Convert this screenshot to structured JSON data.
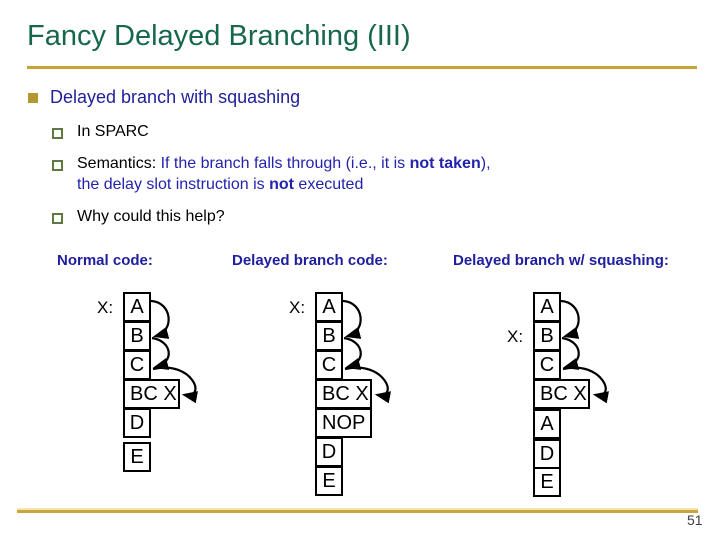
{
  "slide": {
    "title": "Fancy Delayed Branching (III)",
    "page_number": "51"
  },
  "bullet": {
    "label": "Delayed branch with squashing"
  },
  "sub_bullets": {
    "item1": "In SPARC",
    "item2_line1": {
      "seg0": "Semantics: ",
      "seg1": "If the branch falls through (i.e., it is ",
      "seg2": "not taken",
      "seg3": "),"
    },
    "item2_line2": {
      "seg0": "the delay slot instruction is ",
      "seg1": "not",
      "seg2": " executed"
    },
    "item3": "Why could this help?"
  },
  "columns": [
    {
      "header": "Normal code:",
      "x_label": "X:",
      "boxes": [
        "A",
        "B",
        "C",
        "BC X",
        "D",
        "E"
      ]
    },
    {
      "header": "Delayed branch code:",
      "x_label": "X:",
      "boxes": [
        "A",
        "B",
        "C",
        "BC X",
        "NOP",
        "D",
        "E"
      ]
    },
    {
      "header": "Delayed branch w/ squashing:",
      "x_label": "X:",
      "boxes": [
        "A",
        "B",
        "C",
        "BC X",
        "A",
        "D",
        "E"
      ]
    }
  ],
  "colors": {
    "title_green": "#17684B",
    "accent_gold": "#C7A433",
    "heading_blue": "#1E1E9E",
    "body_blue": "#2323AD",
    "bullet_gold": "#B2982E",
    "sub_bullet_olive": "#5D7B3F"
  }
}
